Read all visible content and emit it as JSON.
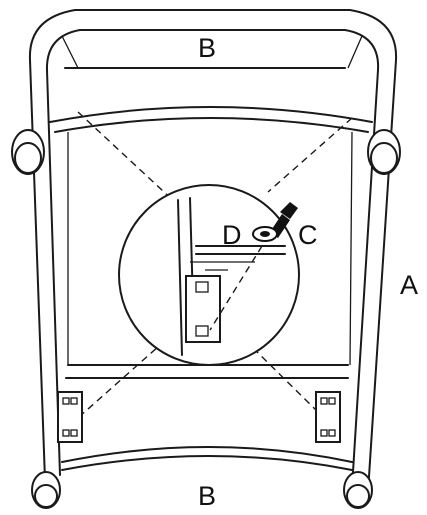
{
  "labels": {
    "top": "B",
    "bottom": "B",
    "side": "A",
    "washer": "D",
    "screw": "C"
  }
}
